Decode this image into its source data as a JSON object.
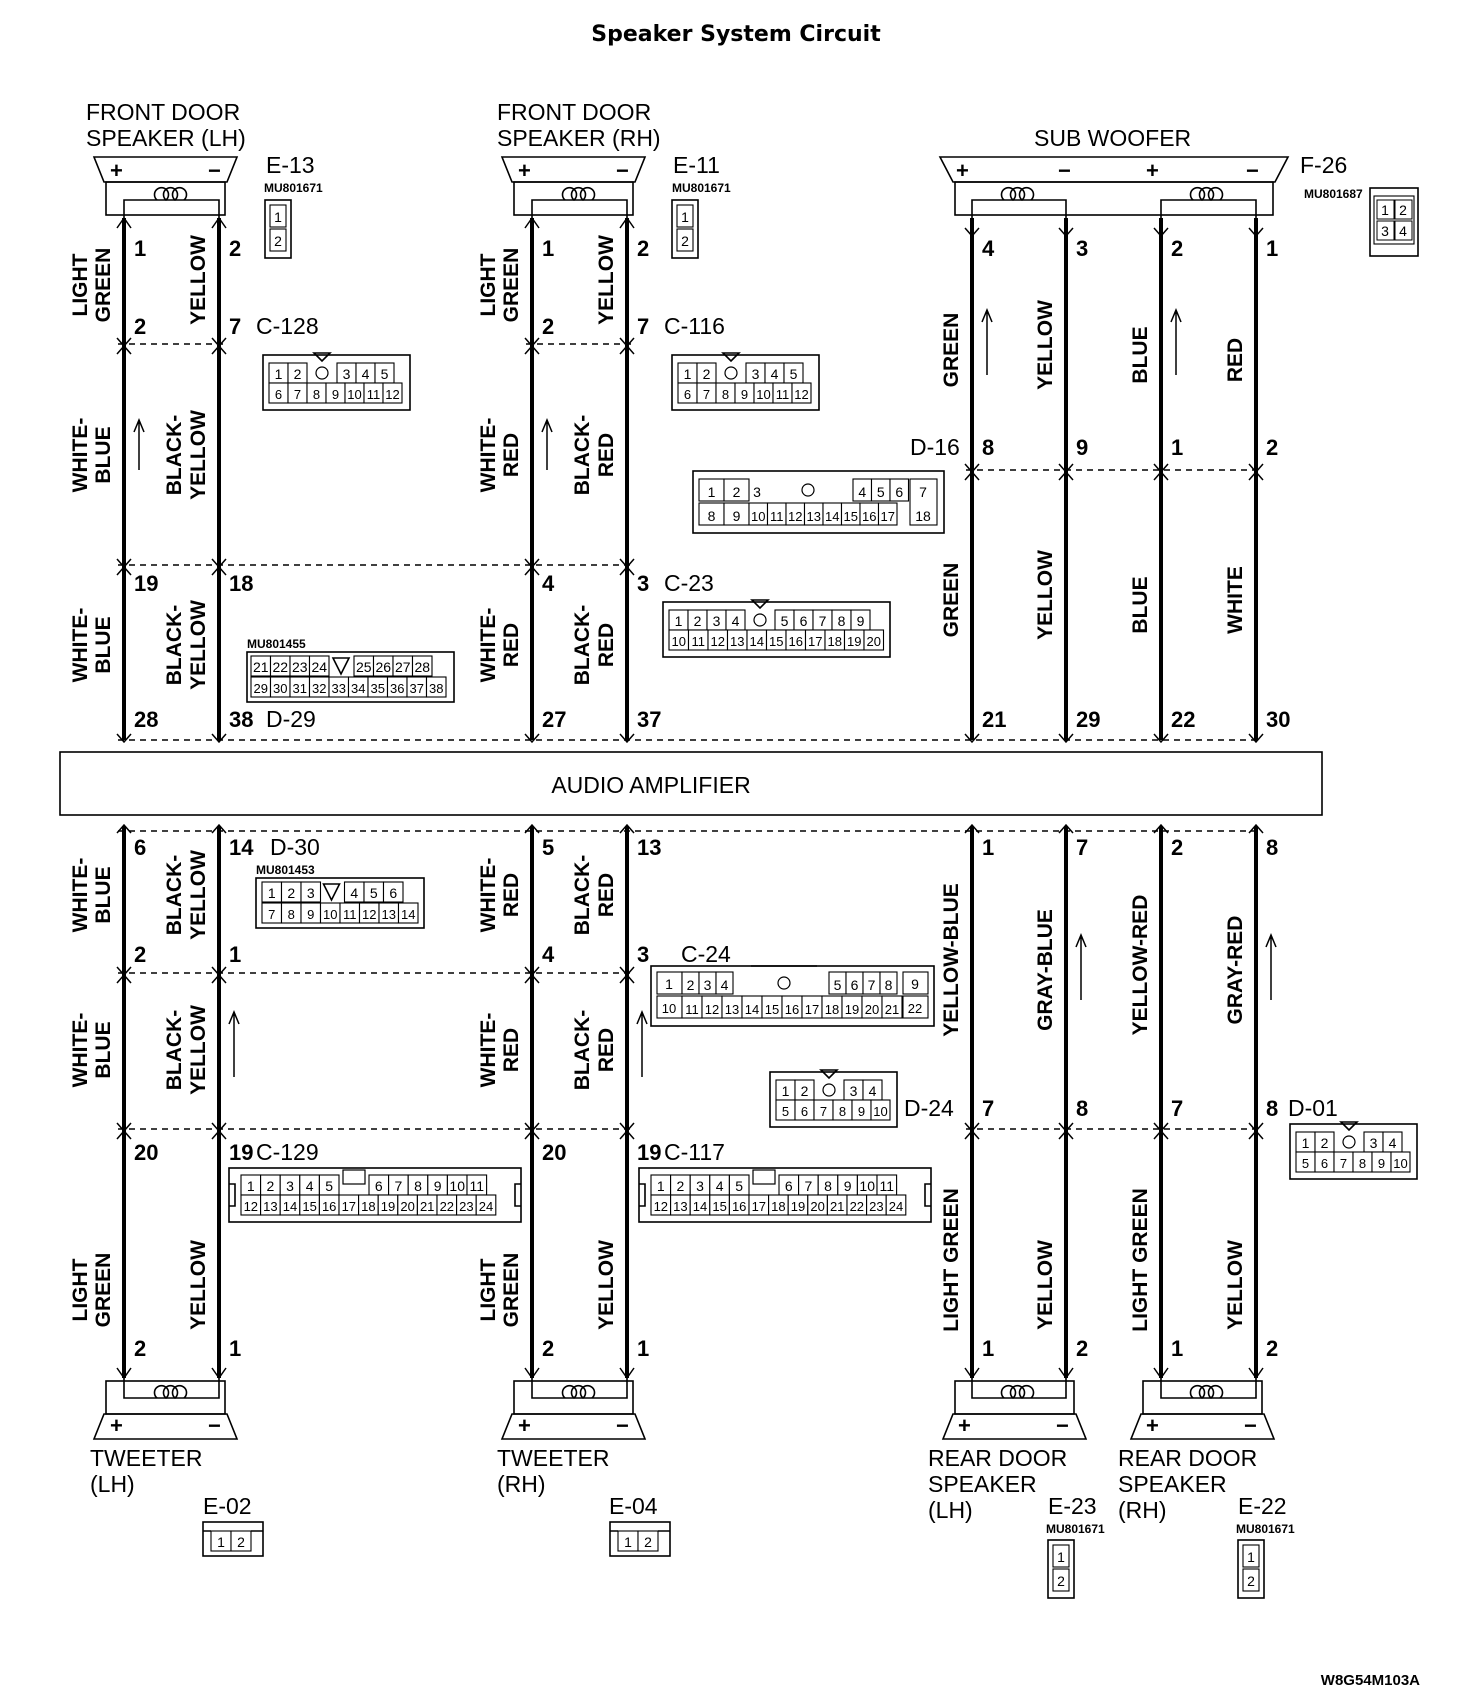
{
  "title": "Speaker System Circuit",
  "amplifier": "AUDIO AMPLIFIER",
  "drawing_code": "W8G54M103A",
  "components": {
    "fd_lh": {
      "name_1": "FRONT DOOR",
      "name_2": "SPEAKER (LH)",
      "conn": "E-13",
      "part": "MU801671"
    },
    "fd_rh": {
      "name_1": "FRONT DOOR",
      "name_2": "SPEAKER (RH)",
      "conn": "E-11",
      "part": "MU801671"
    },
    "sub": {
      "name": "SUB WOOFER",
      "conn": "F-26",
      "part": "MU801687"
    },
    "tw_lh": {
      "name_1": "TWEETER",
      "name_2": "(LH)",
      "conn": "E-02"
    },
    "tw_rh": {
      "name_1": "TWEETER",
      "name_2": "(RH)",
      "conn": "E-04"
    },
    "rd_lh": {
      "name_1": "REAR DOOR",
      "name_2": "SPEAKER",
      "name_3": "(LH)",
      "conn": "E-23",
      "part": "MU801671"
    },
    "rd_rh": {
      "name_1": "REAR DOOR",
      "name_2": "SPEAKER",
      "name_3": "(RH)",
      "conn": "E-22",
      "part": "MU801671"
    }
  },
  "connectors": {
    "c128": "C-128",
    "c116": "C-116",
    "d16": "D-16",
    "c23": "C-23",
    "d29": "D-29",
    "d29_part": "MU801455",
    "d30": "D-30",
    "d30_part": "MU801453",
    "c24": "C-24",
    "d24": "D-24",
    "d01": "D-01",
    "c129": "C-129",
    "c117": "C-117"
  },
  "signs": {
    "plus": "+",
    "minus": "−"
  },
  "pins": {
    "fl_top": [
      "1",
      "2"
    ],
    "fl_c128": [
      "2",
      "7"
    ],
    "fl_d29": [
      "19",
      "18"
    ],
    "fl_amp": [
      "28",
      "38"
    ],
    "fr_top": [
      "1",
      "2"
    ],
    "fr_c116": [
      "2",
      "7"
    ],
    "fr_c23": [
      "4",
      "3"
    ],
    "fr_amp": [
      "27",
      "37"
    ],
    "sw_top": [
      "4",
      "3",
      "2",
      "1"
    ],
    "sw_d16": [
      "8",
      "9",
      "1",
      "2"
    ],
    "sw_amp": [
      "21",
      "29",
      "22",
      "30"
    ],
    "tl_amp": [
      "6",
      "14"
    ],
    "tl_mid": [
      "2",
      "1"
    ],
    "tl_c129": [
      "20",
      "19"
    ],
    "tl_bot": [
      "2",
      "1"
    ],
    "tr_amp": [
      "5",
      "13"
    ],
    "tr_mid": [
      "4",
      "3"
    ],
    "tr_c117": [
      "20",
      "19"
    ],
    "tr_bot": [
      "2",
      "1"
    ],
    "rl_amp": [
      "1",
      "7"
    ],
    "rl_d24": [
      "7",
      "8"
    ],
    "rl_bot": [
      "1",
      "2"
    ],
    "rr_amp": [
      "2",
      "8"
    ],
    "rr_d01": [
      "7",
      "8"
    ],
    "rr_bot": [
      "1",
      "2"
    ]
  },
  "wires": {
    "light_green": [
      "LIGHT",
      "GREEN"
    ],
    "yellow": "YELLOW",
    "white_blue": [
      "WHITE-",
      "BLUE"
    ],
    "black_yellow": [
      "BLACK-",
      "YELLOW"
    ],
    "white_red": [
      "WHITE-",
      "RED"
    ],
    "black_red": [
      "BLACK-",
      "RED"
    ],
    "green": "GREEN",
    "blue": "BLUE",
    "red": "RED",
    "white": "WHITE",
    "yellow_blue": "YELLOW-BLUE",
    "gray_blue": "GRAY-BLUE",
    "yellow_red": "YELLOW-RED",
    "gray_red": "GRAY-RED",
    "light_green_1": "LIGHT GREEN"
  },
  "pinouts": {
    "two": [
      "1",
      "2"
    ],
    "sub": [
      "1",
      "2",
      "3",
      "4"
    ],
    "c12_top": [
      "1",
      "2",
      "3",
      "4",
      "5"
    ],
    "c12_bot": [
      "6",
      "7",
      "8",
      "9",
      "10",
      "11",
      "12"
    ],
    "d16_top": [
      "1",
      "2",
      "3",
      "4",
      "5",
      "6",
      "7"
    ],
    "d16_bot": [
      "8",
      "9",
      "10",
      "11",
      "12",
      "13",
      "14",
      "15",
      "16",
      "17",
      "18"
    ],
    "c23_top": [
      "1",
      "2",
      "3",
      "4",
      "5",
      "6",
      "7",
      "8",
      "9"
    ],
    "c23_bot": [
      "10",
      "11",
      "12",
      "13",
      "14",
      "15",
      "16",
      "17",
      "18",
      "19",
      "20"
    ],
    "d29_top": [
      "21",
      "22",
      "23",
      "24",
      "25",
      "26",
      "27",
      "28"
    ],
    "d29_bot": [
      "29",
      "30",
      "31",
      "32",
      "33",
      "34",
      "35",
      "36",
      "37",
      "38"
    ],
    "d30_top": [
      "1",
      "2",
      "3",
      "4",
      "5",
      "6"
    ],
    "d30_bot": [
      "7",
      "8",
      "9",
      "10",
      "11",
      "12",
      "13",
      "14"
    ],
    "c24_top": [
      "1",
      "2",
      "3",
      "4",
      "5",
      "6",
      "7",
      "8",
      "9"
    ],
    "c24_bot": [
      "10",
      "11",
      "12",
      "13",
      "14",
      "15",
      "16",
      "17",
      "18",
      "19",
      "20",
      "21",
      "22"
    ],
    "d10_top": [
      "1",
      "2",
      "3",
      "4"
    ],
    "d10_bot": [
      "5",
      "6",
      "7",
      "8",
      "9",
      "10"
    ],
    "c24p_top": [
      "1",
      "2",
      "3",
      "4",
      "5",
      "6",
      "7",
      "8",
      "9",
      "10",
      "11"
    ],
    "c24p_bot": [
      "12",
      "13",
      "14",
      "15",
      "16",
      "17",
      "18",
      "19",
      "20",
      "21",
      "22",
      "23",
      "24"
    ]
  }
}
